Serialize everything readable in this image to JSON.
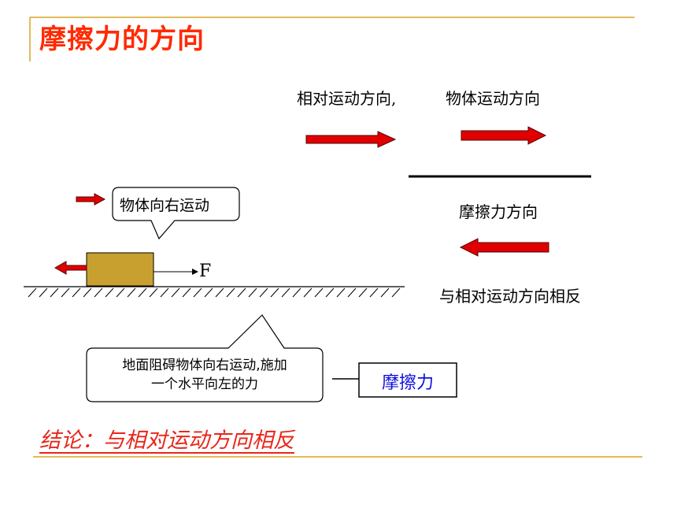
{
  "slide": {
    "title": "摩擦力的方向",
    "relative_motion": "相对运动方向,",
    "object_motion": "物体运动方向",
    "friction_direction": "摩擦力方向",
    "opposite": "与相对运动方向相反",
    "callout_top": "物体向右运动",
    "force_label": "F",
    "callout_bottom_line1": "地面阻碍物体向右运动,施加",
    "callout_bottom_line2": "一个水平向左的力",
    "friction_box": "摩擦力",
    "conclusion": "结论：与相对运动方向相反"
  },
  "colors": {
    "title": "#ff2a00",
    "accent_line": "#d9a520",
    "arrow_fill": "#e00000",
    "block": "#c8a030",
    "friction_text": "#1010e0",
    "conclusion": "#e8261a"
  }
}
